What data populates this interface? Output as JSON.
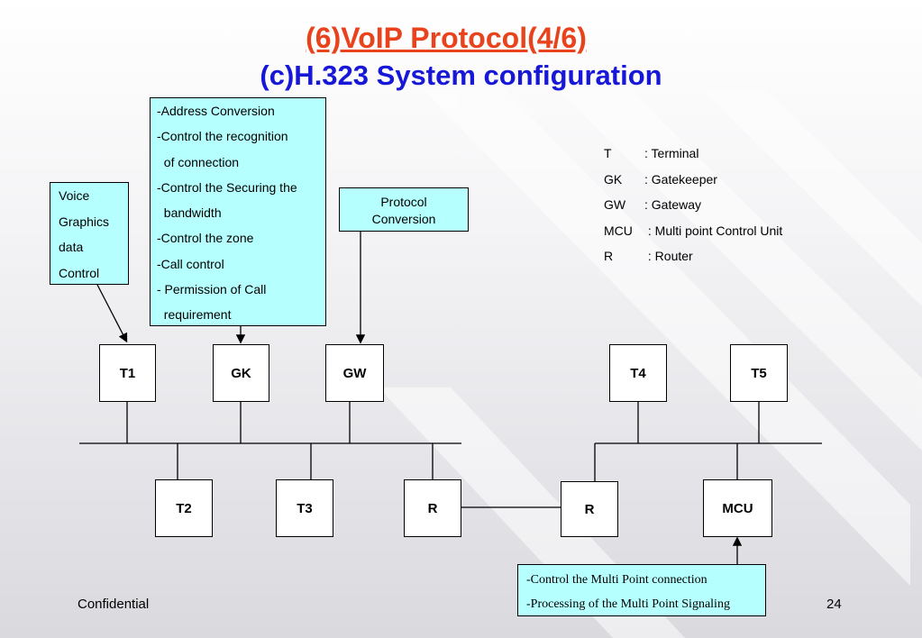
{
  "slide": {
    "title": "(6)VoIP Protocol(4/6)",
    "subtitle": "(c)H.323 System configuration",
    "footer_left": "Confidential",
    "page_number": "24"
  },
  "callouts": {
    "voice": [
      "Voice",
      "Graphics",
      "data",
      "Control"
    ],
    "gatekeeper": [
      "-Address Conversion",
      "-Control the recognition",
      "  of connection",
      "-Control the Securing the",
      "  bandwidth",
      "-Control the zone",
      "-Call control",
      "- Permission of Call",
      "  requirement"
    ],
    "protocol": [
      "Protocol",
      "Conversion"
    ],
    "mcu": [
      "-Control the Multi Point connection",
      "-Processing of the Multi Point Signaling"
    ]
  },
  "legend": [
    {
      "abbr": "T",
      "desc": ": Terminal"
    },
    {
      "abbr": "GK",
      "desc": ": Gatekeeper"
    },
    {
      "abbr": "GW",
      "desc": ": Gateway"
    },
    {
      "abbr": "MCU",
      "desc": " : Multi point Control Unit"
    },
    {
      "abbr": "R",
      "desc": " : Router"
    }
  ],
  "nodes": {
    "t1": "T1",
    "gk": "GK",
    "gw": "GW",
    "t4": "T4",
    "t5": "T5",
    "t2": "T2",
    "t3": "T3",
    "r_left": "R",
    "r_right": "R",
    "mcu": "MCU"
  }
}
